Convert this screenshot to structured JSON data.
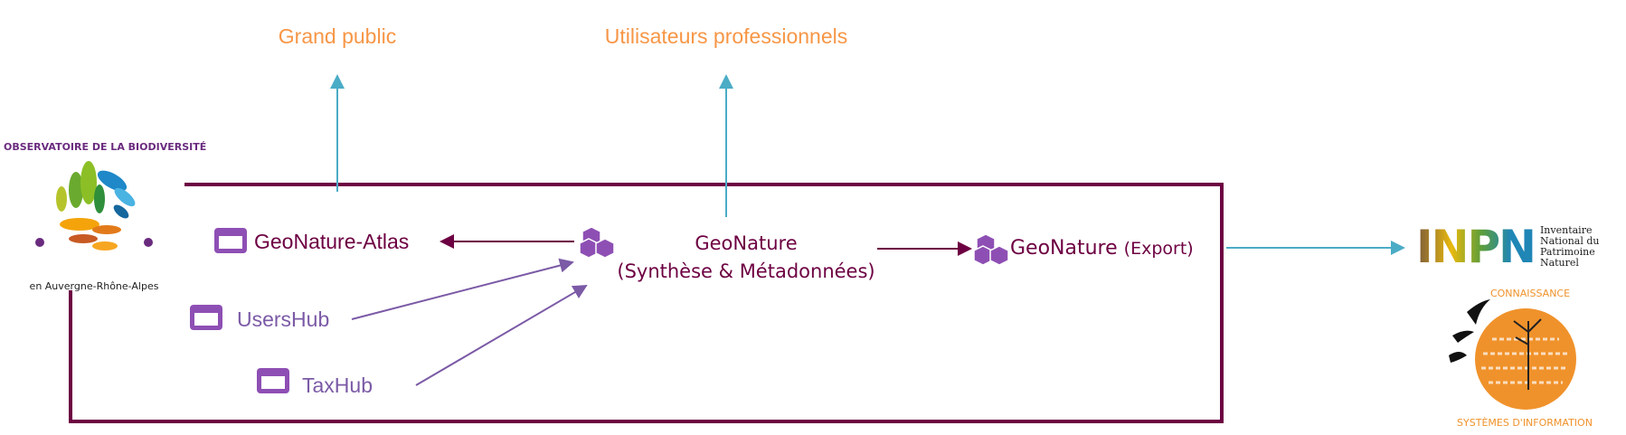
{
  "headers": {
    "public": "Grand public",
    "pro": "Utilisateurs professionnels"
  },
  "nodes": {
    "atlas": "GeoNature-Atlas",
    "geonature_title": "GeoNature",
    "geonature_sub": "(Synthèse & Métadonnées)",
    "export_title": "GeoNature",
    "export_sub": "(Export)",
    "usershub": "UsersHub",
    "taxhub": "TaxHub"
  },
  "logos": {
    "oba": {
      "line1": "OBSERVATOIRE DE LA BIODIVERSITÉ",
      "line2": "en Auvergne-Rhône-Alpes"
    },
    "inpn": {
      "acronym": "INPN",
      "lines": [
        "Inventaire",
        "National du",
        "Patrimoine",
        "Naturel"
      ]
    },
    "csi": {
      "top": "CONNAISSANCE",
      "bottom": "SYSTÈMES D'INFORMATION"
    }
  },
  "colors": {
    "maroon": "#6d0042",
    "purple": "#7b5aa6",
    "orange": "#f79646",
    "cyan": "#4bacc6"
  }
}
